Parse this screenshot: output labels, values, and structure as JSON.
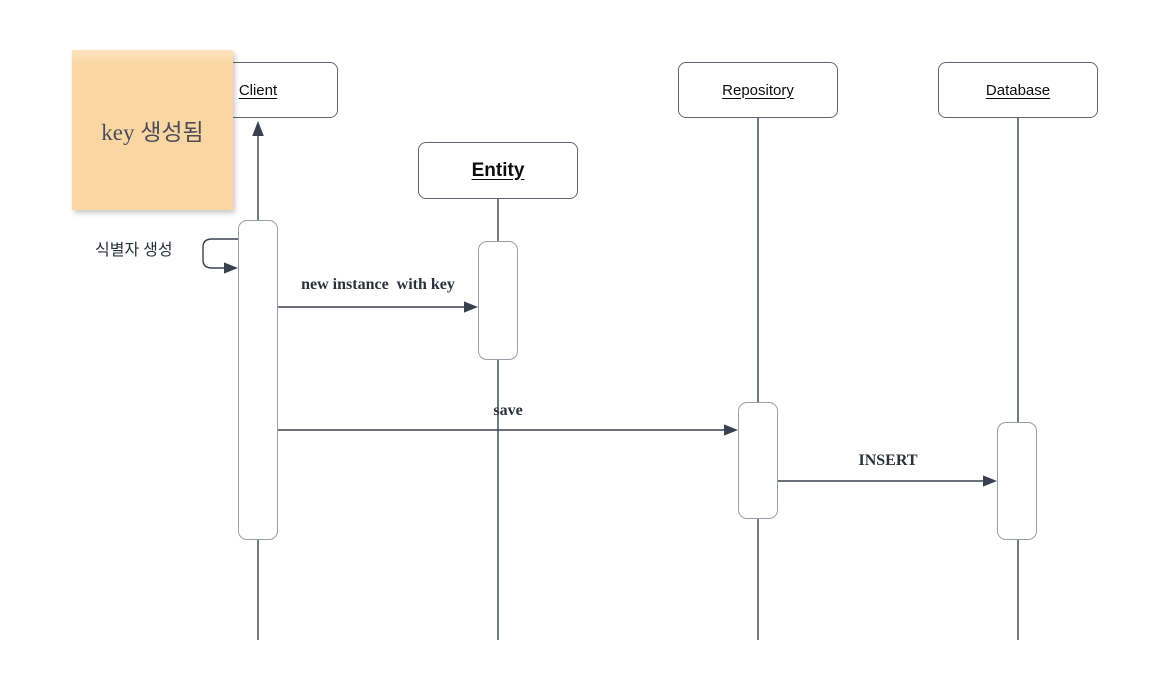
{
  "diagram": {
    "type": "uml-sequence-diagram",
    "note": {
      "text": "key 생성됨"
    },
    "lifelines": [
      {
        "label": "Client"
      },
      {
        "label": "Entity"
      },
      {
        "label": "Repository"
      },
      {
        "label": "Database"
      }
    ],
    "messages": [
      {
        "label": "식별자 생성",
        "from": "Client",
        "to": "Client",
        "kind": "self-message"
      },
      {
        "label": "new instance  with key",
        "from": "Client",
        "to": "Entity",
        "kind": "sync"
      },
      {
        "label": "save",
        "from": "Client",
        "to": "Repository",
        "kind": "sync"
      },
      {
        "label": "INSERT",
        "from": "Repository",
        "to": "Database",
        "kind": "sync"
      },
      {
        "label": "",
        "from": "Client-activation",
        "to": "Client",
        "kind": "upward-arrow"
      }
    ],
    "colors": {
      "canvas_bg": "#ffffff",
      "note_bg": "#fad6a2",
      "line": "#3a414e",
      "activation_border": "#999fa8",
      "headbox_border": "#5f6570",
      "label_text": "#2c313b",
      "note_text": "#4b4e5a"
    }
  }
}
